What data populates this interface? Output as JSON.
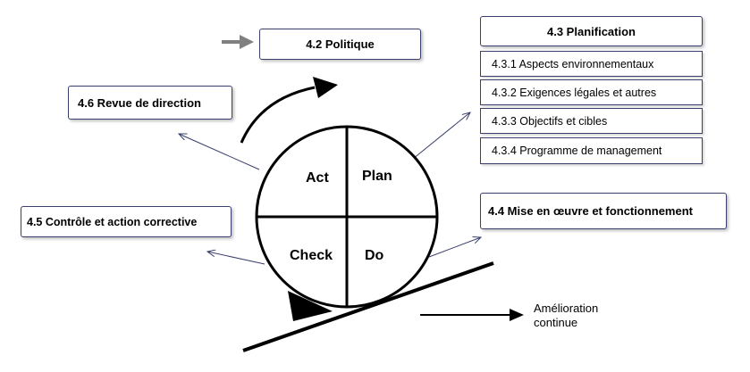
{
  "boxes": {
    "politique": "4.2  Politique",
    "revue": "4.6  Revue de direction",
    "controle": "4.5 Contrôle et action corrective",
    "mise_en_oeuvre": "4.4  Mise en œuvre et fonctionnement",
    "planification": {
      "title": "4.3  Planification",
      "items": [
        "4.3.1  Aspects environnementaux",
        "4.3.2  Exigences légales et autres",
        "4.3.3  Objectifs et cibles",
        "4.3.4  Programme de management"
      ]
    }
  },
  "cycle": {
    "act": "Act",
    "plan": "Plan",
    "check": "Check",
    "do": "Do"
  },
  "improvement": {
    "line1": "Amélioration",
    "line2": "continue"
  }
}
